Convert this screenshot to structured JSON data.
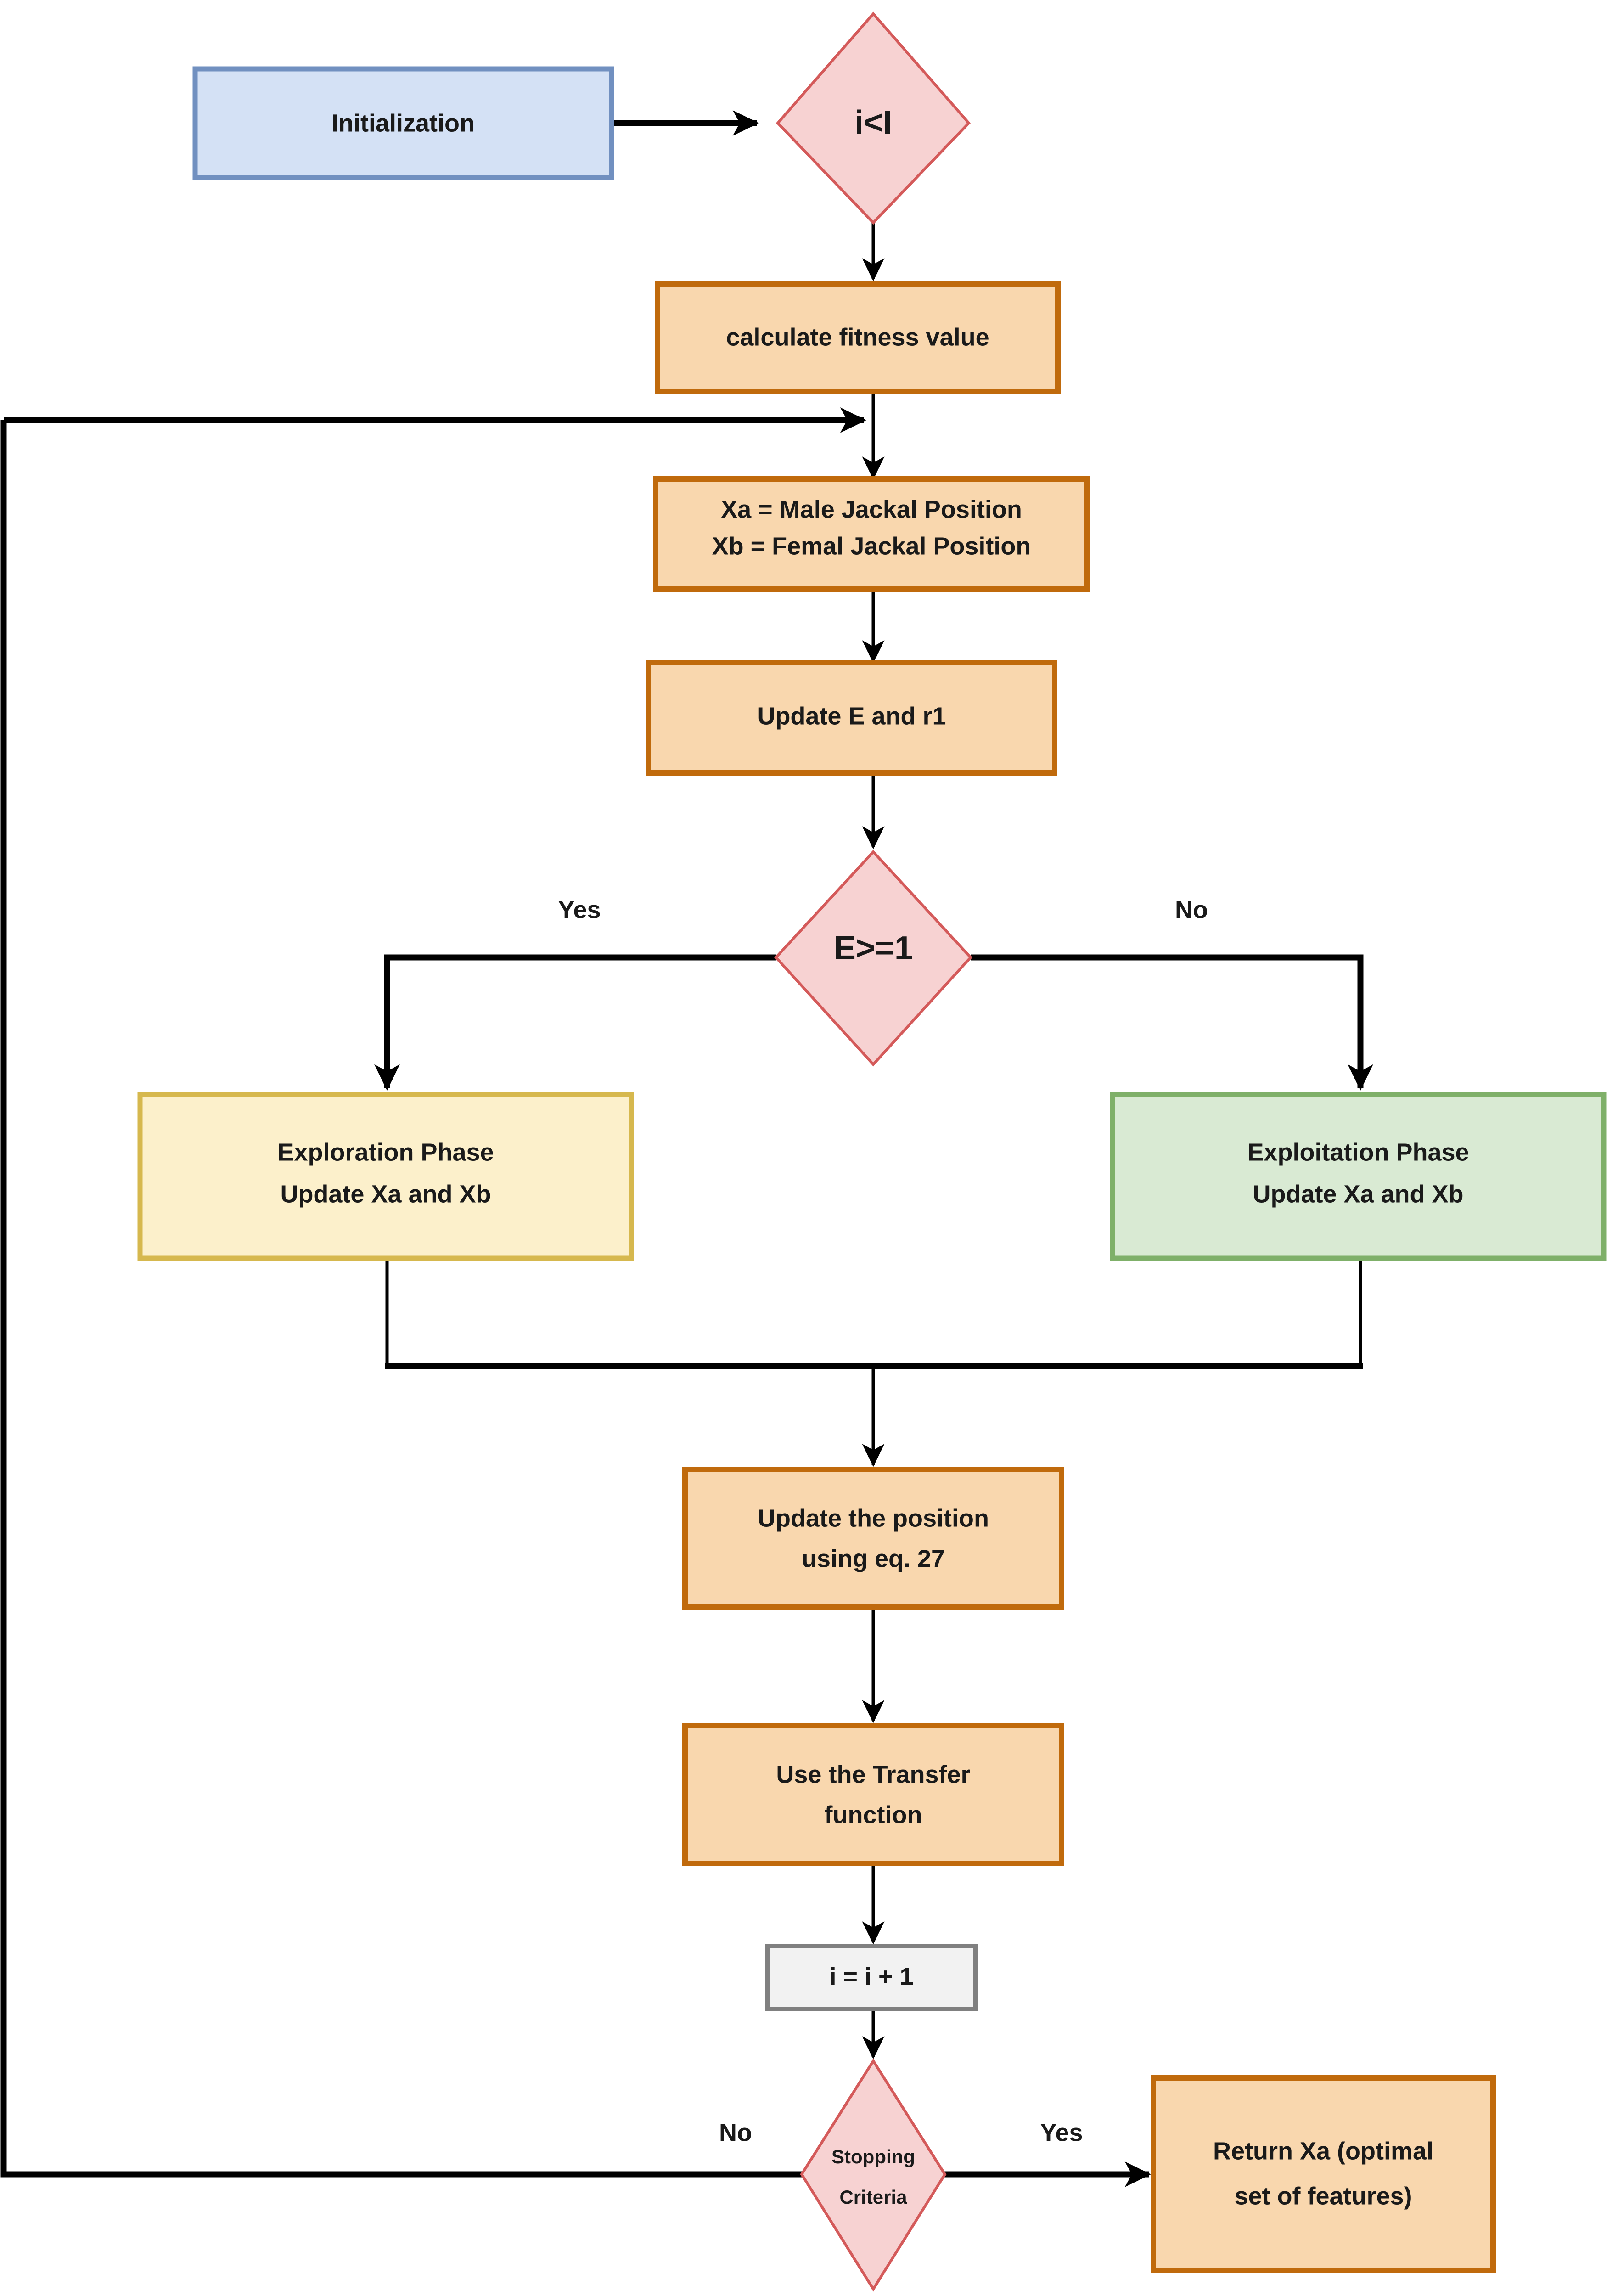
{
  "diagram": {
    "title": "Golden Jackal Optimization feature-selection flowchart",
    "background_color": "#ffffff",
    "edge_color": "#000000"
  },
  "palette": {
    "blue_fill": "#d4e1f5",
    "blue_border": "#7190c0",
    "orange_fill": "#f9d7ae",
    "orange_border": "#c06a0c",
    "pink_fill": "#f7d2d2",
    "pink_border": "#d45a5a",
    "yellow_fill": "#fcf0cb",
    "yellow_border": "#d6b84e",
    "green_fill": "#d9ead3",
    "green_border": "#7fb069",
    "grey_fill": "#f2f2f2",
    "grey_border": "#808080"
  },
  "nodes": {
    "initialization": {
      "label": "Initialization",
      "shape": "rect",
      "color": "blue"
    },
    "loop_check": {
      "label": "i<I",
      "shape": "diamond",
      "color": "pink"
    },
    "calc_fitness": {
      "label": "calculate fitness value",
      "shape": "rect",
      "color": "orange"
    },
    "jackal_positions": {
      "line1": "Xa = Male Jackal Position",
      "line2": "Xb = Femal Jackal Position",
      "shape": "rect",
      "color": "orange"
    },
    "update_e_r1": {
      "label": "Update E and r1",
      "shape": "rect",
      "color": "orange"
    },
    "energy_check": {
      "label": "E>=1",
      "shape": "diamond",
      "color": "pink"
    },
    "exploration": {
      "line1": "Exploration Phase",
      "line2": "Update Xa and Xb",
      "shape": "rect",
      "color": "yellow"
    },
    "exploitation": {
      "line1": "Exploitation Phase",
      "line2": "Update Xa and Xb",
      "shape": "rect",
      "color": "green"
    },
    "update_position": {
      "line1": "Update the position",
      "line2": "using eq. 27",
      "shape": "rect",
      "color": "orange"
    },
    "transfer_function": {
      "line1": "Use the Transfer",
      "line2": "function",
      "shape": "rect",
      "color": "orange"
    },
    "increment": {
      "label": "i = i + 1",
      "shape": "rect",
      "color": "grey"
    },
    "stopping_criteria": {
      "line1": "Stopping",
      "line2": "Criteria",
      "shape": "diamond",
      "color": "pink"
    },
    "return_result": {
      "line1": "Return Xa (optimal",
      "line2": "set of features)",
      "shape": "rect",
      "color": "orange"
    }
  },
  "edge_labels": {
    "energy_yes": "Yes",
    "energy_no": "No",
    "stopping_no": "No",
    "stopping_yes": "Yes"
  }
}
